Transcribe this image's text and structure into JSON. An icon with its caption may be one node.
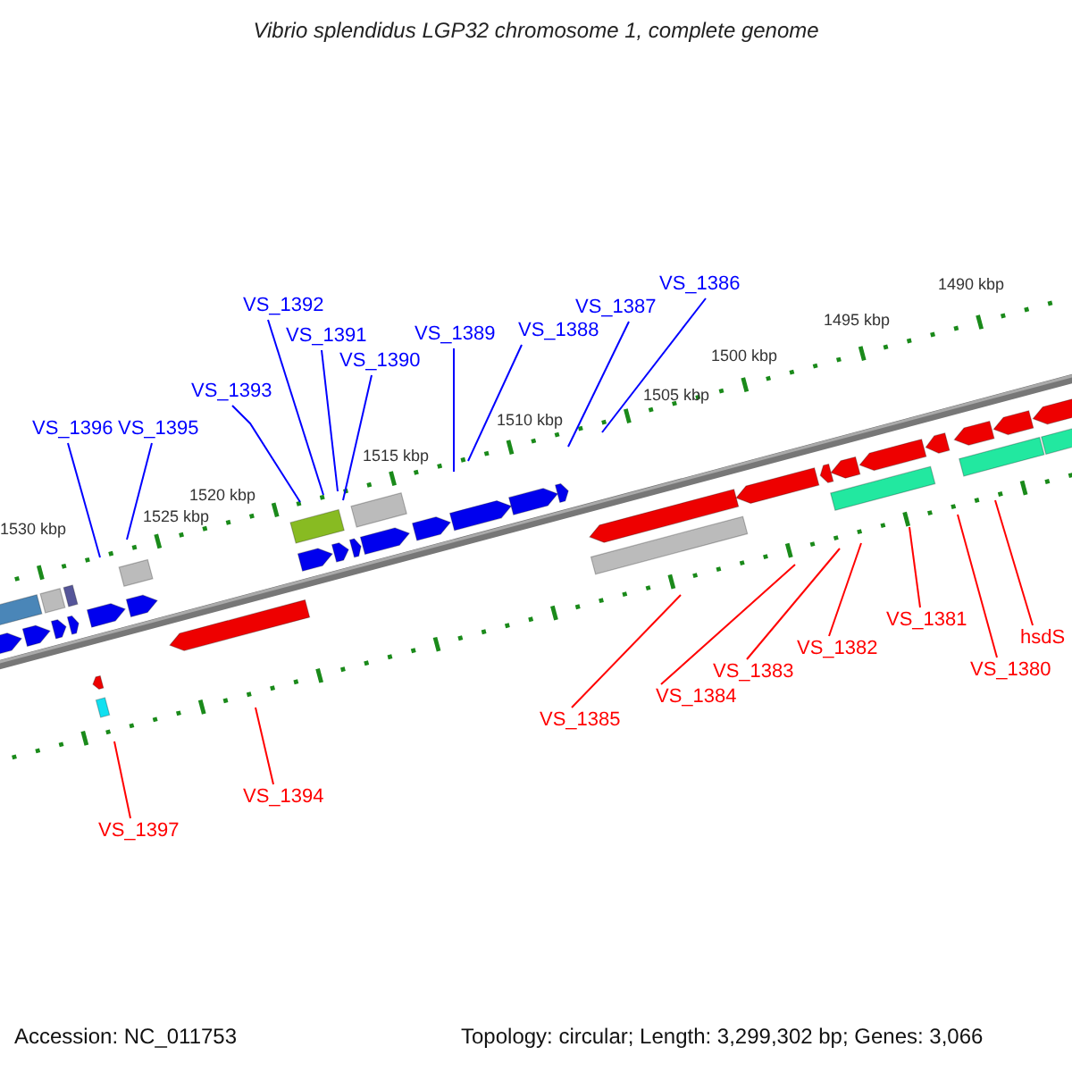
{
  "diagram": {
    "title": "Vibrio splendidus LGP32 chromosome 1, complete genome",
    "nodes": [
      {
        "text": [
          "VS_1396"
        ]
      },
      {
        "text": [
          "VS_1395"
        ]
      },
      {
        "text": [
          "VS_1393"
        ]
      },
      {
        "text": [
          "VS_1392"
        ]
      },
      {
        "text": [
          "VS_1391"
        ]
      },
      {
        "text": [
          "VS_1390"
        ]
      },
      {
        "text": [
          "VS_1389"
        ]
      },
      {
        "text": [
          "VS_1388"
        ]
      },
      {
        "text": [
          "VS_1387"
        ]
      },
      {
        "text": [
          "VS_1386"
        ]
      },
      {
        "text": [
          "VS_1397"
        ]
      },
      {
        "text": [
          "VS_1394"
        ]
      },
      {
        "text": [
          "VS_1385"
        ]
      },
      {
        "text": [
          "VS_1384"
        ]
      },
      {
        "text": [
          "VS_1383"
        ]
      },
      {
        "text": [
          "VS_1382"
        ]
      },
      {
        "text": [
          "VS_1381"
        ]
      },
      {
        "text": [
          "VS_1380"
        ]
      },
      {
        "text": [
          "hsdS"
        ]
      }
    ],
    "edges": [
      {
        "from": 0,
        "to": null,
        "arrow": "none"
      },
      {
        "from": 1,
        "to": null,
        "arrow": "none"
      },
      {
        "from": 2,
        "to": null,
        "arrow": "none"
      },
      {
        "from": 3,
        "to": null,
        "arrow": "none"
      },
      {
        "from": 4,
        "to": null,
        "arrow": "none"
      },
      {
        "from": 5,
        "to": null,
        "arrow": "none"
      },
      {
        "from": 6,
        "to": null,
        "arrow": "none"
      },
      {
        "from": 7,
        "to": null,
        "arrow": "none"
      },
      {
        "from": 8,
        "to": null,
        "arrow": "none"
      },
      {
        "from": 9,
        "to": null,
        "arrow": "none"
      },
      {
        "from": 10,
        "to": null,
        "arrow": "none",
        "color": "#ff0000"
      },
      {
        "from": 11,
        "to": null,
        "arrow": "none",
        "color": "#ff0000"
      },
      {
        "from": 12,
        "to": null,
        "arrow": "none",
        "color": "#ff0000"
      },
      {
        "from": 13,
        "to": null,
        "arrow": "none",
        "color": "#ff0000"
      },
      {
        "from": 14,
        "to": null,
        "arrow": "none",
        "color": "#ff0000"
      },
      {
        "from": 15,
        "to": null,
        "arrow": "none",
        "color": "#ff0000"
      },
      {
        "from": 16,
        "to": null,
        "arrow": "none",
        "color": "#ff0000"
      },
      {
        "from": 17,
        "to": null,
        "arrow": "none",
        "color": "#ff0000"
      },
      {
        "from": 18,
        "to": null,
        "arrow": "none",
        "color": "#ff0000"
      }
    ],
    "labels": [
      "1490 kbp",
      "1495 kbp",
      "1500 kbp",
      "1505 kbp",
      "1510 kbp",
      "1515 kbp",
      "1520 kbp",
      "1525 kbp",
      "1530 kbp",
      "Accession: NC_011753",
      "Topology: circular; Length: 3,299,302 bp; Genes: 3,066"
    ]
  }
}
